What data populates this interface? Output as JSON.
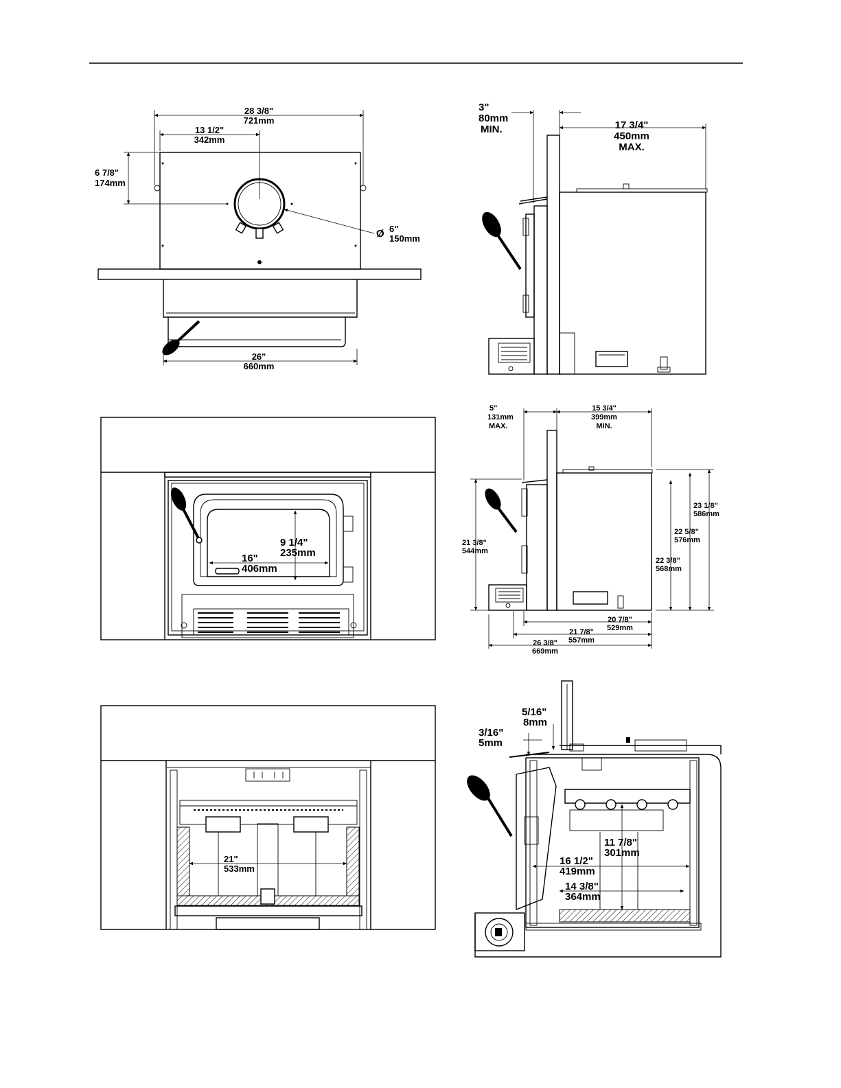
{
  "top_view": {
    "overall_width": {
      "in": "28 3/8\"",
      "mm": "721mm"
    },
    "flue_offset": {
      "in": "13 1/2\"",
      "mm": "342mm"
    },
    "flue_depth": {
      "in": "6 7/8\"",
      "mm": "174mm"
    },
    "flue_diameter": {
      "symbol": "Ø",
      "in": "6\"",
      "mm": "150mm"
    },
    "body_width": {
      "in": "26\"",
      "mm": "660mm"
    }
  },
  "side_view_1": {
    "min_clearance": {
      "in": "3\"",
      "mm": "80mm",
      "note": "MIN."
    },
    "max_depth": {
      "in": "17 3/4\"",
      "mm": "450mm",
      "note": "MAX."
    }
  },
  "front_view": {
    "glass_height": {
      "in": "9 1/4\"",
      "mm": "235mm"
    },
    "glass_width": {
      "in": "16\"",
      "mm": "406mm"
    }
  },
  "side_view_2": {
    "front_max": {
      "in": "5\"",
      "mm": "131mm",
      "note": "MAX."
    },
    "rear_min": {
      "in": "15 3/4\"",
      "mm": "399mm",
      "note": "MIN."
    },
    "front_height": {
      "in": "21 3/8\"",
      "mm": "544mm"
    },
    "total_height": {
      "in": "23 1/8\"",
      "mm": "586mm"
    },
    "body_height": {
      "in": "22 5/8\"",
      "mm": "576mm"
    },
    "rear_height": {
      "in": "22 3/8\"",
      "mm": "568mm"
    },
    "depth_1": {
      "in": "20 7/8\"",
      "mm": "529mm"
    },
    "depth_2": {
      "in": "21 7/8\"",
      "mm": "557mm"
    },
    "depth_3": {
      "in": "26 3/8\"",
      "mm": "669mm"
    }
  },
  "firebox_front": {
    "width": {
      "in": "21\"",
      "mm": "533mm"
    }
  },
  "section_view": {
    "gap_a": {
      "in": "5/16\"",
      "mm": "8mm"
    },
    "gap_b": {
      "in": "3/16\"",
      "mm": "5mm"
    },
    "baffle_height": {
      "in": "11 7/8\"",
      "mm": "301mm"
    },
    "depth_top": {
      "in": "16 1/2\"",
      "mm": "419mm"
    },
    "depth_bottom": {
      "in": "14 3/8\"",
      "mm": "364mm"
    }
  }
}
